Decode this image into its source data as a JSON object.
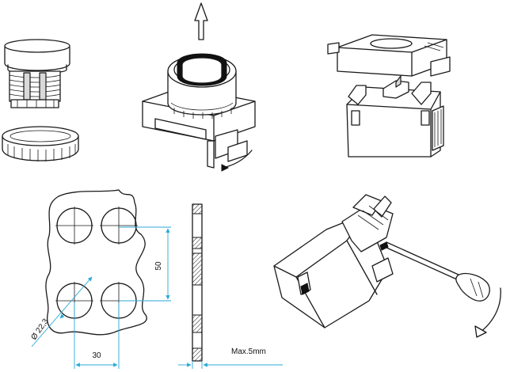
{
  "dimensions": {
    "hole_spacing_vertical": "50",
    "hole_spacing_horizontal": "30",
    "hole_diameter": "Ø 22,3",
    "panel_thickness": "Max.5mm"
  },
  "colors": {
    "dimension_line": "#29a9d6",
    "outline": "#1a1a1a"
  }
}
